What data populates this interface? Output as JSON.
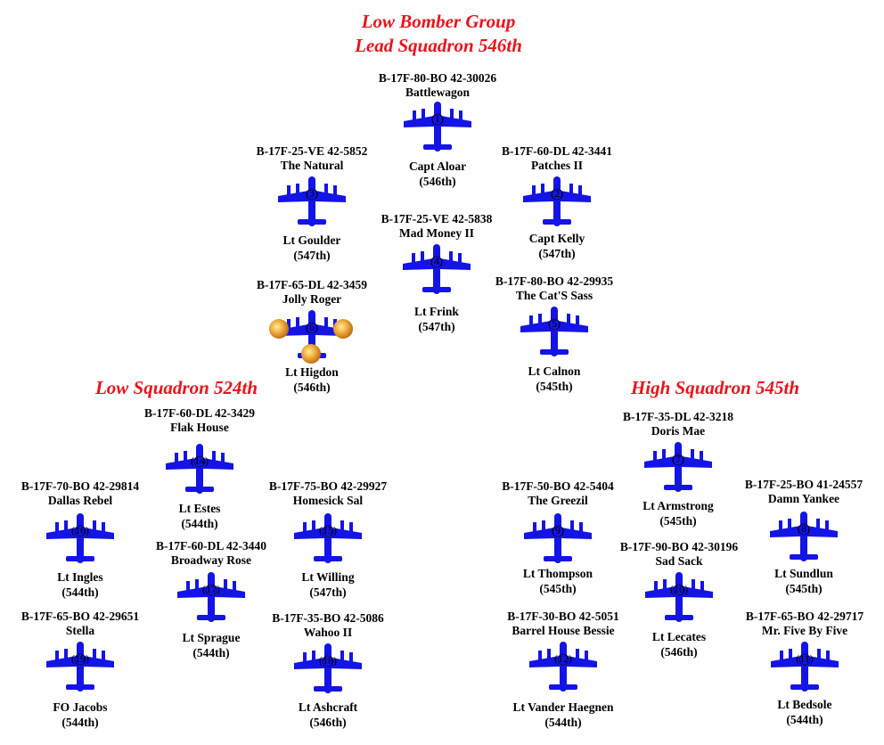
{
  "headings": {
    "group_line1": "Low Bomber Group",
    "group_line2": "Lead Squadron 546th",
    "low_squadron": "Low Squadron 524th",
    "high_squadron": "High Squadron 545th"
  },
  "colors": {
    "plane": "#1414e6",
    "heading": "#e8141c"
  },
  "planes": [
    {
      "serial": "B-17F-80-BO  42-30026",
      "name": "Battlewagon",
      "num": "(1)",
      "pilot": "Capt Aloar",
      "sq": "(546th)"
    },
    {
      "serial": "B-17F-25-VE 42-5852",
      "name": "The Natural",
      "num": "(3)",
      "pilot": "Lt Goulder",
      "sq": "(547th)"
    },
    {
      "serial": "B-17F-60-DL 42-3441",
      "name": "Patches II",
      "num": "(2)",
      "pilot": "Capt Kelly",
      "sq": "(547th)"
    },
    {
      "serial": "B-17F-25-VE 42-5838",
      "name": "Mad Money II",
      "num": "(4)",
      "pilot": "Lt Frink",
      "sq": "(547th)"
    },
    {
      "serial": "B-17F-65-DL 42-3459",
      "name": "Jolly Roger",
      "num": "(6)",
      "pilot": "Lt Higdon",
      "sq": "(546th)",
      "damaged": true
    },
    {
      "serial": "B-17F-80-BO 42-29935",
      "name": "The Cat'S Sass",
      "num": "(5)",
      "pilot": "Lt Calnon",
      "sq": "(545th)"
    },
    {
      "serial": "B-17F-60-DL 42-3429",
      "name": "Flak House",
      "num": "(14)",
      "pilot": "Lt Estes",
      "sq": "(544th)"
    },
    {
      "serial": "B-17F-70-BO 42-29814",
      "name": "Dallas Rebel",
      "num": "(16)",
      "pilot": "Lt Ingles",
      "sq": "(544th)"
    },
    {
      "serial": "B-17F-75-BO 42-29927",
      "name": "Homesick Sal",
      "num": "(15)",
      "pilot": "Lt Willing",
      "sq": "(547th)"
    },
    {
      "serial": "B-17F-60-DL 42-3440",
      "name": "Broadway Rose",
      "num": "(17)",
      "pilot": "Lt Sprague",
      "sq": "(544th)"
    },
    {
      "serial": "B-17F-65-BO 42-29651",
      "name": "Stella",
      "num": "(19)",
      "pilot": "FO Jacobs",
      "sq": "(544th)"
    },
    {
      "serial": "B-17F-35-BO 42-5086",
      "name": "Wahoo II",
      "num": "(18)",
      "pilot": "Lt Ashcraft",
      "sq": "(546th)"
    },
    {
      "serial": "B-17F-35-DL 42-3218",
      "name": "Doris Mae",
      "num": "(7)",
      "pilot": "Lt Armstrong",
      "sq": "(545th)"
    },
    {
      "serial": "B-17F-50-BO 42-5404",
      "name": "The Greezil",
      "num": "(9)",
      "pilot": "Lt Thompson",
      "sq": "(545th)"
    },
    {
      "serial": "B-17F-25-BO 41-24557",
      "name": "Damn Yankee",
      "num": "(8)",
      "pilot": "Lt Sundlun",
      "sq": "(545th)"
    },
    {
      "serial": "B-17F-90-BO 42-30196",
      "name": "Sad Sack",
      "num": "(10)",
      "pilot": "Lt Lecates",
      "sq": "(546th)"
    },
    {
      "serial": "B-17F-30-BO 42-5051",
      "name": "Barrel House Bessie",
      "num": "(12)",
      "pilot": "Lt Vander Haegnen",
      "sq": "(544th)"
    },
    {
      "serial": "B-17F-65-BO 42-29717",
      "name": "Mr. Five By Five",
      "num": "(11)",
      "pilot": "Lt Bedsole",
      "sq": "(544th)"
    }
  ]
}
